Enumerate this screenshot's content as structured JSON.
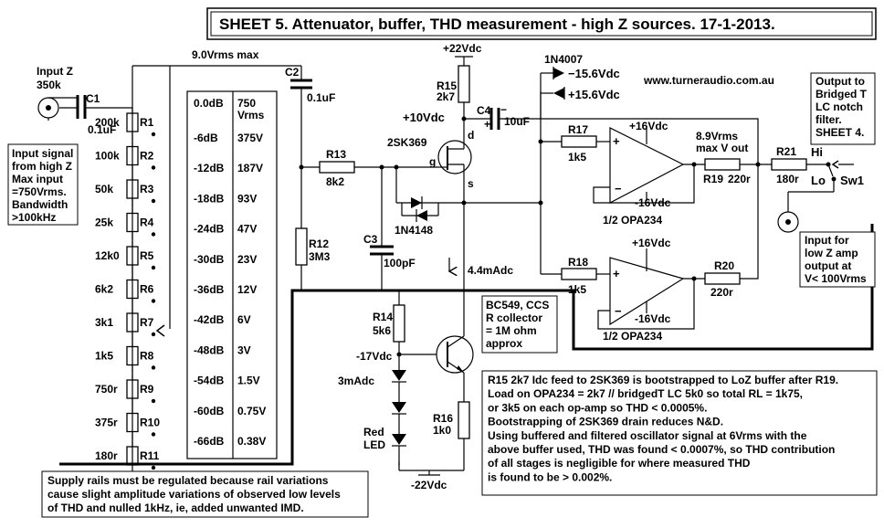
{
  "title": "SHEET 5. Attenuator, buffer, THD measurement - high Z sources. 17-1-2013.",
  "website": "www.turneraudio.com.au",
  "labels": {
    "input_z": "Input Z",
    "input_z_val": "350k",
    "max_rms": "9.0Vrms max",
    "c1": "C1",
    "c1_val": "0.1uF",
    "c2": "C2",
    "c2_val": "0.1uF",
    "r13": "R13",
    "r13_val": "8k2",
    "r12": "R12",
    "r12_val": "3M3",
    "c3": "C3",
    "c3_val": "100pF",
    "jfet": "2SK369",
    "pin_d": "d",
    "pin_g": "g",
    "pin_s": "s",
    "diode_1n4148": "1N4148",
    "plus22": "+22Vdc",
    "r15": "R15",
    "r15_val": "2k7",
    "plus10": "+10Vdc",
    "c4": "C4",
    "c4_val": "10uF",
    "c4_minus": "−",
    "c4_plus": "+",
    "diode_1n4007": "1N4007",
    "minus156": "−15.6Vdc",
    "plus156": "+15.6Vdc",
    "r17": "R17",
    "r17_val": "1k5",
    "r18": "R18",
    "r18_val": "1k5",
    "opa_top_plus16": "+16Vdc",
    "opa_top_minus16": "-16Vdc",
    "opa_bot_plus16": "+16Vdc",
    "opa_bot_minus16": "-16Vdc",
    "opa_label1": "1/2 OPA234",
    "opa_label2": "1/2 OPA234",
    "vout": "8.9Vrms",
    "vout2": "max V out",
    "r19": "R19",
    "r19_val": "220r",
    "r20": "R20",
    "r20_val": "220r",
    "r21": "R21",
    "r21_val": "180r",
    "hi": "Hi",
    "lo": "Lo",
    "sw1": "Sw1",
    "current": "4.4mAdc",
    "r14": "R14",
    "r14_val": "5k6",
    "minus17": "-17Vdc",
    "i3ma": "3mAdc",
    "red": "Red",
    "led": "LED",
    "r16": "R16",
    "r16_val": "1k0",
    "minus22": "-22Vdc"
  },
  "attenuator": {
    "resistors": [
      {
        "name": "R1",
        "value": "200k"
      },
      {
        "name": "R2",
        "value": "100k"
      },
      {
        "name": "R3",
        "value": "50k"
      },
      {
        "name": "R4",
        "value": "25k"
      },
      {
        "name": "R5",
        "value": "12k0"
      },
      {
        "name": "R6",
        "value": "6k2"
      },
      {
        "name": "R7",
        "value": "3k1"
      },
      {
        "name": "R8",
        "value": "1k5"
      },
      {
        "name": "R9",
        "value": "750r"
      },
      {
        "name": "R10",
        "value": "375r"
      },
      {
        "name": "R11",
        "value": "180r"
      }
    ],
    "header_db": "0.0dB",
    "header_v1": "750",
    "header_v2": "Vrms",
    "rows": [
      {
        "db": "-6dB",
        "v": "375V"
      },
      {
        "db": "-12dB",
        "v": "187V"
      },
      {
        "db": "-18dB",
        "v": "93V"
      },
      {
        "db": "-24dB",
        "v": "47V"
      },
      {
        "db": "-30dB",
        "v": "23V"
      },
      {
        "db": "-36dB",
        "v": "12V"
      },
      {
        "db": "-42dB",
        "v": "6V"
      },
      {
        "db": "-48dB",
        "v": "3V"
      },
      {
        "db": "-54dB",
        "v": "1.5V"
      },
      {
        "db": "-60dB",
        "v": "0.75V"
      },
      {
        "db": "-66dB",
        "v": "0.38V"
      }
    ]
  },
  "notes": {
    "input_signal": [
      "Input signal",
      "from high Z",
      "Max input",
      "=750Vrms.",
      "Bandwidth",
      ">100kHz"
    ],
    "output_to": [
      "Output to",
      "Bridged T",
      "LC notch",
      "filter.",
      "SHEET 4."
    ],
    "input_lowz": [
      "Input for",
      "low Z amp",
      "output at",
      "V< 100Vrms"
    ],
    "ccs": [
      "BC549, CCS",
      "R collector",
      "= 1M ohm",
      "approx"
    ],
    "supply": [
      "Supply rails must be regulated because rail variations",
      "cause slight amplitude variations of observed low levels",
      "of THD and nulled 1kHz, ie, added unwanted IMD."
    ],
    "bootstrap": [
      "R15 2k7 Idc feed to 2SK369 is bootstrapped to LoZ buffer after R19.",
      "Load on OPA234 = 2k7 // bridgedT LC 5k0 so total RL = 1k75,",
      "or 3k5 on each op-amp so THD < 0.0005%.",
      "Bootstrapping of 2SK369 drain reduces N&D.",
      "Using buffered and filtered oscillator signal at 6Vrms with the",
      "above buffer used, THD was found < 0.0007%, so THD contribution",
      "of all  stages is negligible for where measured THD",
      "is found to be > 0.002%."
    ]
  }
}
